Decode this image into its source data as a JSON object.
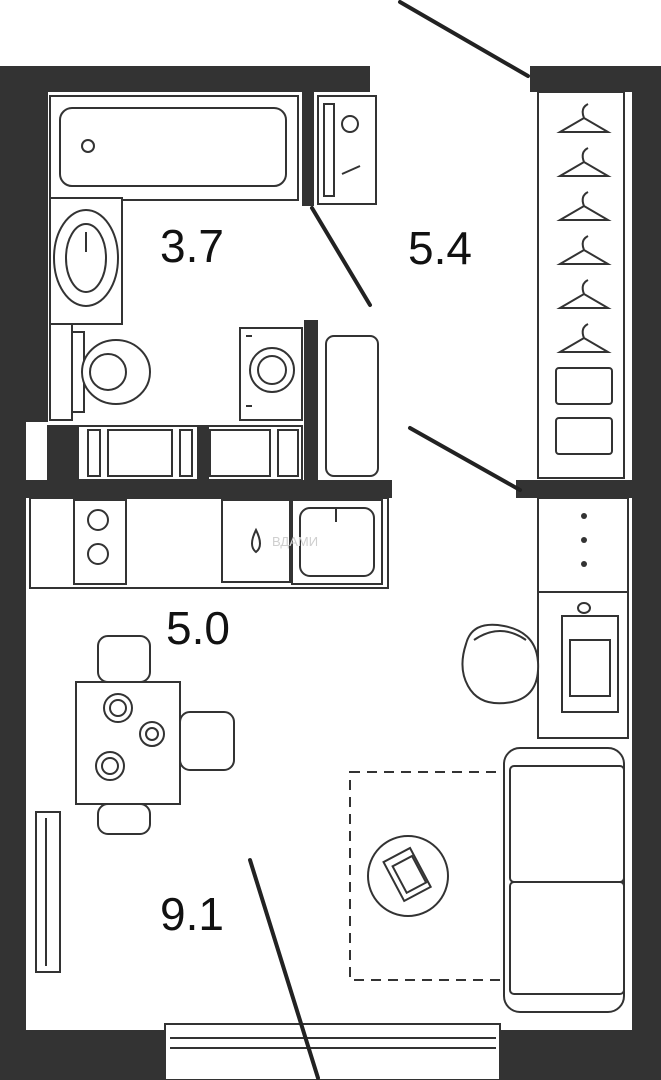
{
  "rooms": {
    "bathroom": {
      "area": "3.7"
    },
    "hallway": {
      "area": "5.4"
    },
    "kitchen": {
      "area": "5.0"
    },
    "living": {
      "area": "9.1"
    }
  },
  "watermark": "ВДАМИ",
  "colors": {
    "wall": "#333333",
    "line": "#2a2a2a",
    "fill": "#ffffff"
  }
}
